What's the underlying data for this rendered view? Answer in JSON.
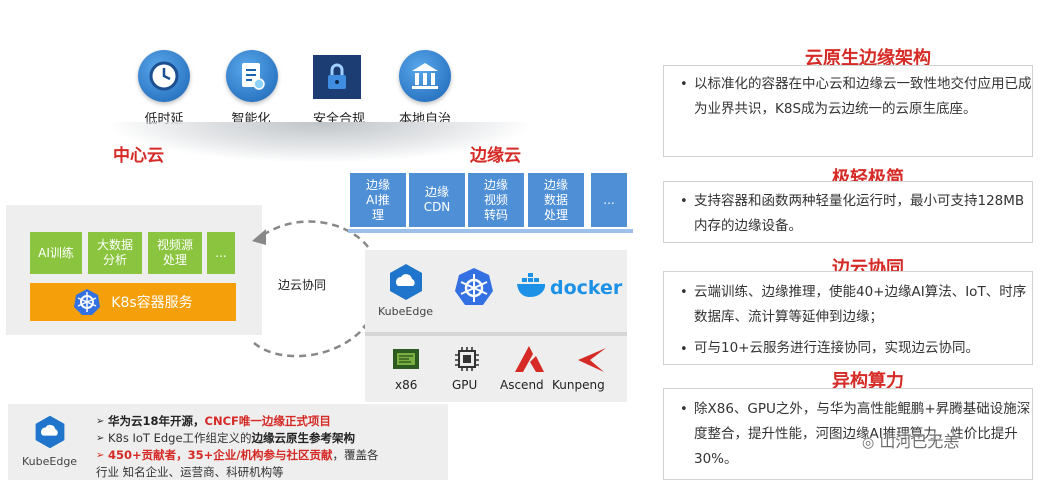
{
  "top_features": [
    {
      "label": "低时延",
      "icon": "clock-icon"
    },
    {
      "label": "智能化",
      "icon": "document-icon"
    },
    {
      "label": "安全合规",
      "icon": "padlock-icon"
    },
    {
      "label": "本地自治",
      "icon": "bank-icon"
    }
  ],
  "clouds": {
    "center_title": "中心云",
    "edge_title": "边缘云",
    "sync_label": "边云协同"
  },
  "center_cloud": {
    "services": [
      "AI训练",
      "大数据\n分析",
      "视频源\n处理",
      "..."
    ],
    "k8s_label": "K8s容器服务"
  },
  "edge_cloud": {
    "services": [
      "边缘\nAI推\n理",
      "边缘\nCDN",
      "边缘\n视频\n转码",
      "边缘\n数据\n处理",
      "..."
    ],
    "logos": [
      "KubeEdge",
      "docker"
    ],
    "hardware": [
      "x86",
      "GPU",
      "Ascend",
      "Kunpeng"
    ]
  },
  "bottom": {
    "logo_text": "KubeEdge",
    "line1_a": "华为云18年开源，",
    "line1_b": "CNCF唯一边缘正式项目",
    "line2_a": "K8s IoT Edge工作组定义的",
    "line2_b": "边缘云原生参考架构",
    "line3_a": "450+贡献者，35+企业/机构参与社区贡献",
    "line3_b": "，覆盖各",
    "line4": "行业 知名企业、运营商、科研机构等"
  },
  "right_sections": [
    {
      "title": "云原生边缘架构",
      "items": [
        "以标准化的容器在中心云和边缘云一致性地交付应用已成为业界共识，K8S成为云边统一的云原生底座。"
      ]
    },
    {
      "title": "极轻极简",
      "items": [
        "支持容器和函数两种轻量化运行时，最小可支持128MB内存的边缘设备。"
      ]
    },
    {
      "title": "边云协同",
      "items": [
        "云端训练、边缘推理，使能40+边缘AI算法、IoT、时序数据库、流计算等延伸到边缘；",
        "可与10+云服务进行连接协同，实现边云协同。"
      ]
    },
    {
      "title": "异构算力",
      "items": [
        "除X86、GPU之外，与华为高性能鲲鹏+昇腾基础设施深度整合，提升性能，河图边缘AI推理算力，性价比提升30%。"
      ]
    }
  ],
  "watermark": "山河已无恙",
  "colors": {
    "accent_red": "#d52a25",
    "green": "#8bc53f",
    "orange": "#f5a00b",
    "blue": "#4e8fd6"
  }
}
